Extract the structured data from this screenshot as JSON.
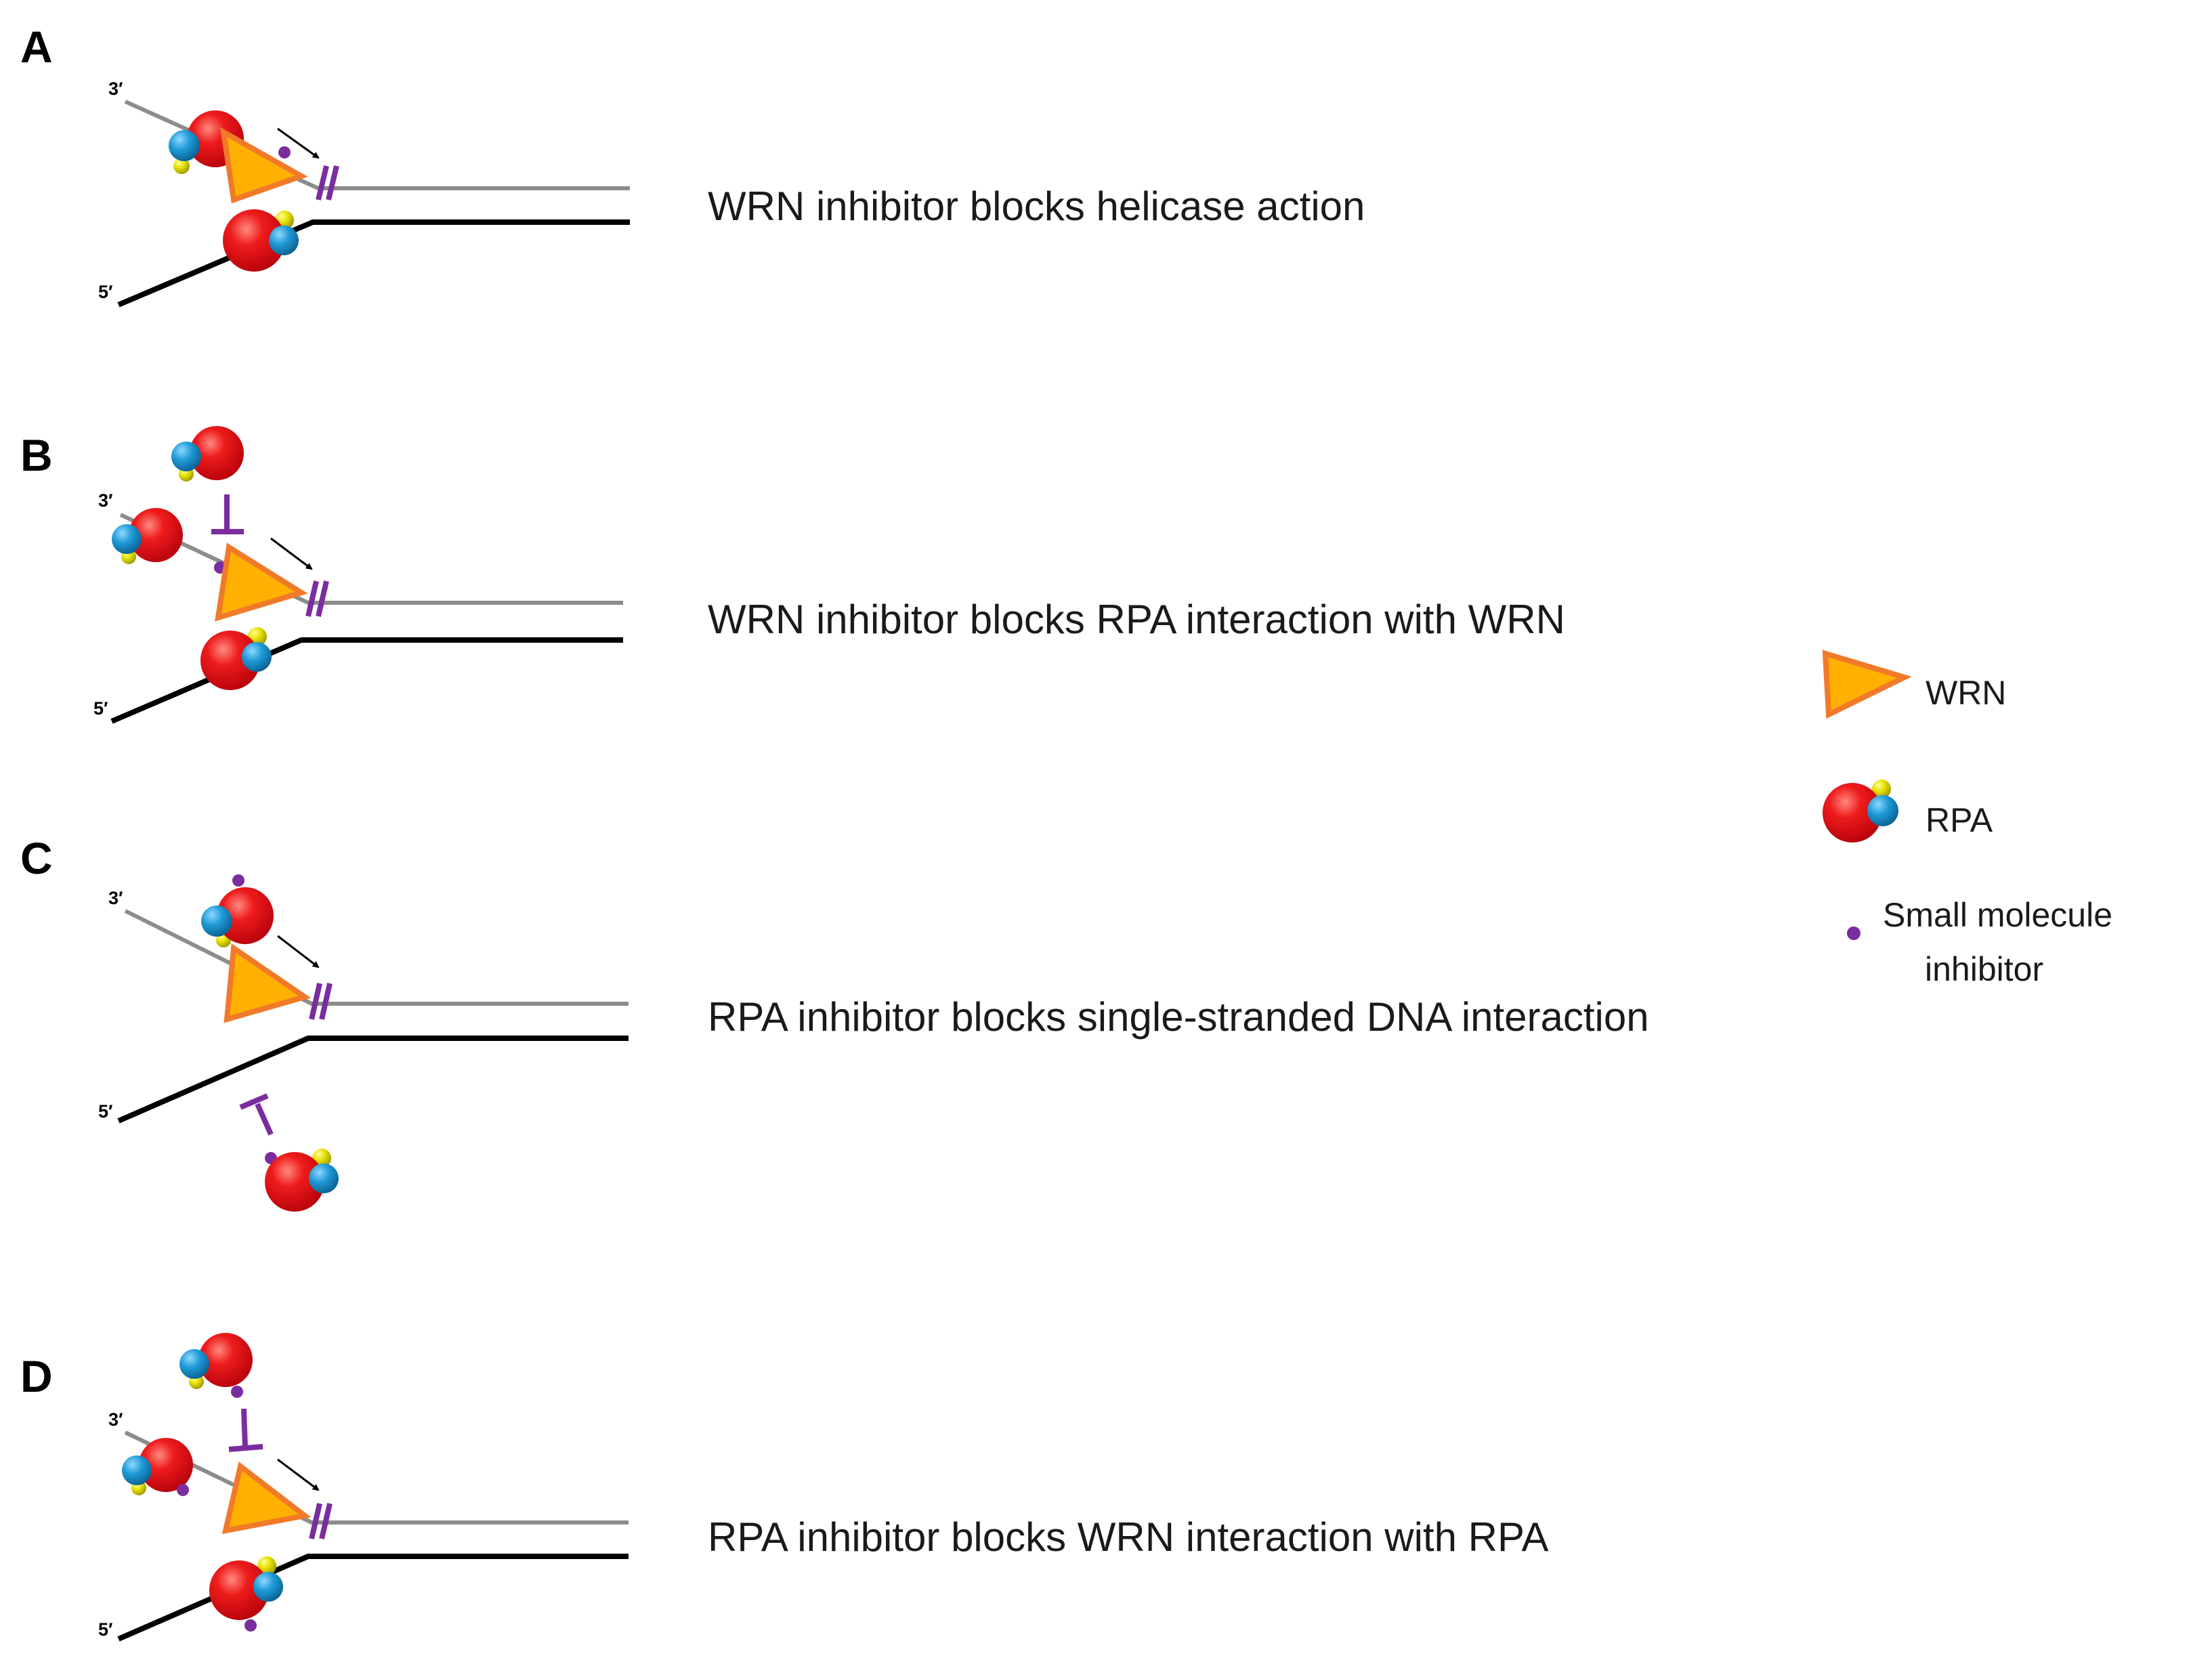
{
  "panels": [
    {
      "letter": "A",
      "three_prime": "3′",
      "five_prime": "5′",
      "caption": "WRN inhibitor blocks helicase action"
    },
    {
      "letter": "B",
      "three_prime": "3′",
      "five_prime": "5′",
      "caption": "WRN inhibitor blocks RPA interaction with WRN"
    },
    {
      "letter": "C",
      "three_prime": "3′",
      "five_prime": "5′",
      "caption": "RPA inhibitor blocks single-stranded DNA interaction"
    },
    {
      "letter": "D",
      "three_prime": "3′",
      "five_prime": "5′",
      "caption": "RPA inhibitor blocks WRN interaction with RPA"
    }
  ],
  "legend": {
    "wrn_label": "WRN",
    "rpa_label": "RPA",
    "inhibitor_label_line1": "Small molecule",
    "inhibitor_label_line2": "inhibitor"
  },
  "colors": {
    "wrn_fill": "#FFB000",
    "wrn_outline": "#F07A2A",
    "rpa_large": "#E8101A",
    "rpa_blue": "#1E9AD6",
    "rpa_yellow": "#E5E000",
    "inhibitor": "#7B2D9E",
    "strand_top": "#8C8C8C",
    "strand_bottom": "#000000"
  }
}
